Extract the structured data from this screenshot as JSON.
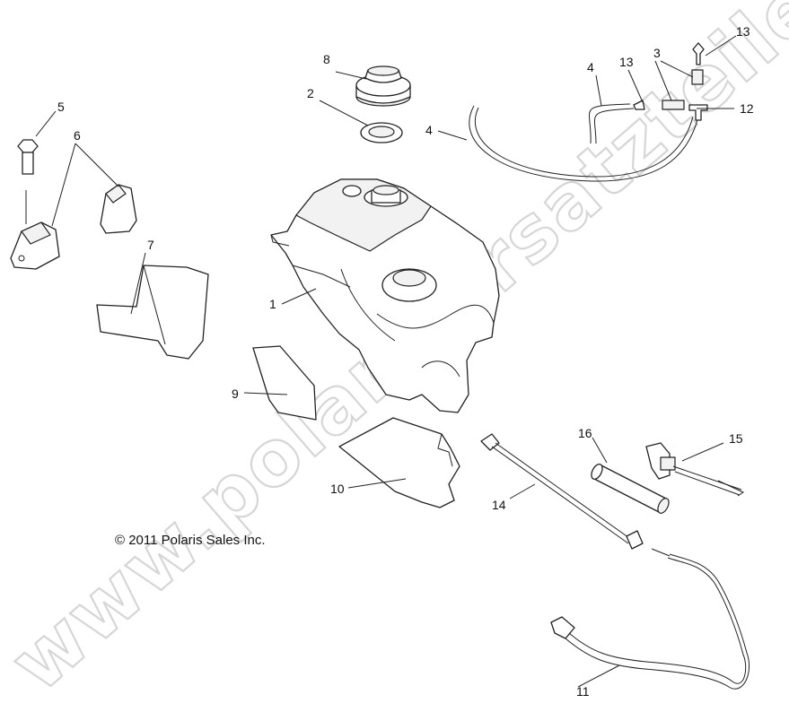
{
  "watermark": "www.polarisersatzteile.de",
  "copyright": "© 2011 Polaris Sales Inc.",
  "callouts": {
    "c1": "1",
    "c2": "2",
    "c3": "3",
    "c4a": "4",
    "c4b": "4",
    "c5": "5",
    "c6": "6",
    "c7": "7",
    "c8": "8",
    "c9": "9",
    "c10": "10",
    "c11": "11",
    "c12": "12",
    "c13a": "13",
    "c13b": "13",
    "c14": "14",
    "c15": "15",
    "c16": "16"
  }
}
